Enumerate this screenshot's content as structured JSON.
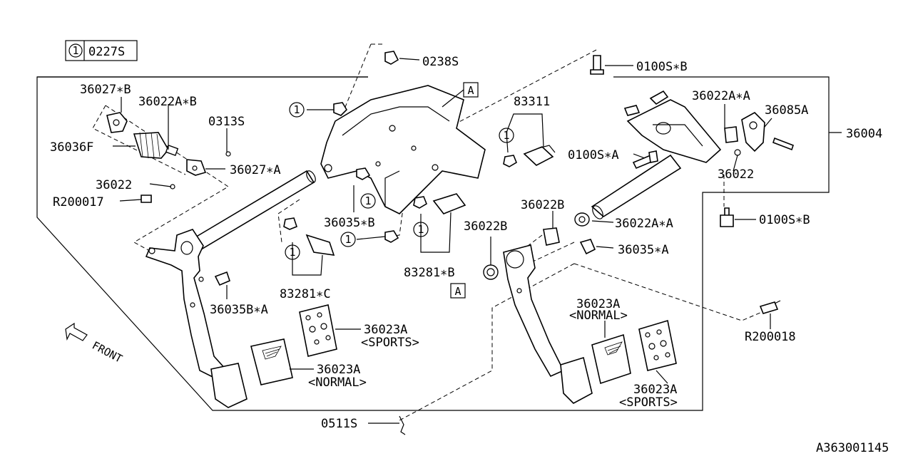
{
  "diagram": {
    "reference_code": "A363001145",
    "legend": {
      "marker": "1",
      "code": "0227S"
    },
    "callout_marker": "1",
    "box_marker": "A",
    "front_label": "FRONT",
    "labels": {
      "p0238S": "0238S",
      "p0100SB_top": "0100S∗B",
      "p36027B": "36027∗B",
      "p36022AB": "36022A∗B",
      "p0313S": "0313S",
      "p36036F": "36036F",
      "p36027A": "36027∗A",
      "p36022_left": "36022",
      "pR200017": "R200017",
      "p83311": "83311",
      "p36022AA_top": "36022A∗A",
      "p36085A": "36085A",
      "p36004": "36004",
      "p0100SA": "0100S∗A",
      "p36022_right": "36022",
      "p0100SB_right": "0100S∗B",
      "p36035B": "36035∗B",
      "p36022B_upper": "36022B",
      "p36022AA_mid": "36022A∗A",
      "p36022B_lower": "36022B",
      "p36035A": "36035∗A",
      "p83281B": "83281∗B",
      "p83281C": "83281∗C",
      "p36035BA": "36035B∗A",
      "p36023A_sports_left": "36023A",
      "sports_left": "<SPORTS>",
      "p36023A_normal_left": "36023A",
      "normal_left": "<NORMAL>",
      "p36023A_normal_right": "36023A",
      "normal_right": "<NORMAL>",
      "p36023A_sports_right": "36023A",
      "sports_right": "<SPORTS>",
      "pR200018": "R200018",
      "p0511S": "0511S"
    }
  }
}
